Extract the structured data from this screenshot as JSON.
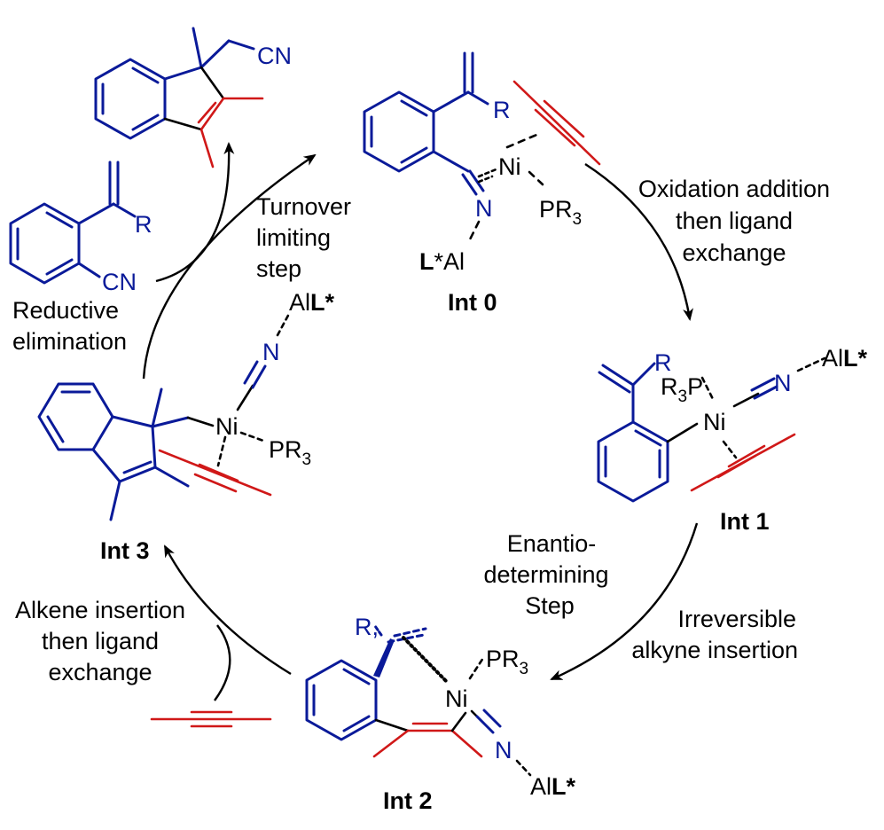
{
  "title": "Ni/Al-catalyzed enantioselective arylcyanation catalytic cycle",
  "colors": {
    "substrate": "#0a1a99",
    "alkyne": "#d01818",
    "text": "#000000"
  },
  "intermediates": {
    "int0": {
      "label": "Int 0",
      "atoms": {
        "ni": "Ni",
        "n": "N",
        "r": "R",
        "pr3": "PR",
        "pr3_sub": "3",
        "al": "L*Al"
      }
    },
    "int1": {
      "label": "Int 1",
      "atoms": {
        "ni": "Ni",
        "n": "N",
        "r": "R",
        "r3p": "R",
        "r3p_sub": "3",
        "r3p_p": "P",
        "al": "Al",
        "al_l": "L*"
      }
    },
    "int2": {
      "label": "Int 2",
      "atoms": {
        "ni": "Ni",
        "n": "N",
        "r": "R",
        "pr3": "PR",
        "pr3_sub": "3",
        "al": "Al",
        "al_l": "L*"
      }
    },
    "int3": {
      "label": "Int 3",
      "atoms": {
        "ni": "Ni",
        "n": "N",
        "pr3": "PR",
        "pr3_sub": "3",
        "al": "Al",
        "al_l": "L*"
      }
    }
  },
  "product": {
    "cn": "CN"
  },
  "substrate": {
    "r": "R",
    "cn": "CN"
  },
  "steps": {
    "oxidative_addition": [
      "Oxidation addition",
      "then ligand",
      "exchange"
    ],
    "alkyne_insertion": [
      "Irreversible",
      "alkyne insertion"
    ],
    "enantio": [
      "Enantio-",
      "determining",
      "Step"
    ],
    "alkene_insertion": [
      "Alkene insertion",
      "then ligand",
      "exchange"
    ],
    "reductive_elimination": [
      "Reductive",
      "elimination"
    ],
    "turnover": [
      "Turnover",
      "limiting",
      "step"
    ]
  }
}
